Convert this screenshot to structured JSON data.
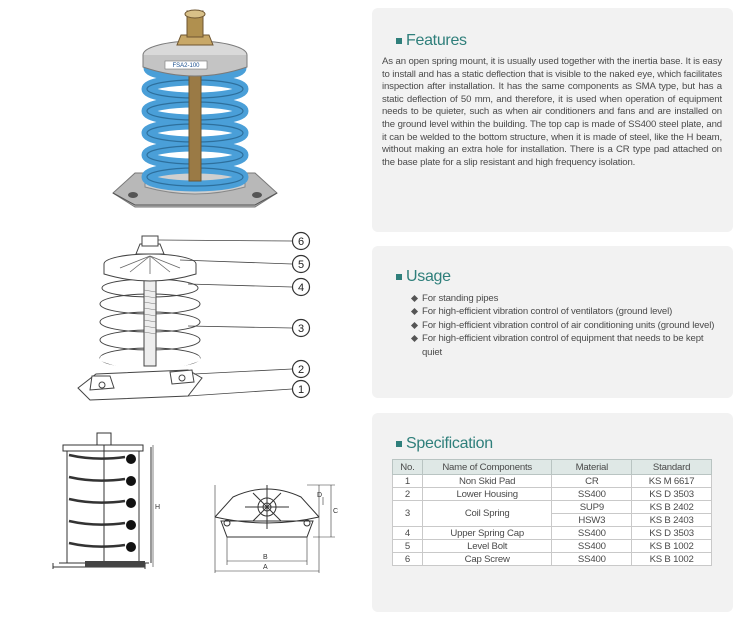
{
  "features": {
    "title": "Features",
    "text": "As an open spring mount, it is usually used together with the inertia base. It is easy to install and has a static deflection that is visible to the naked eye, which facilitates inspection after installation. It has the same components as SMA type, but has a static deflection of 50 mm, and therefore, it is used when operation of equipment needs to be quieter, such as when air conditioners and fans and are installed on the ground level within the building. The top cap is made of SS400 steel plate, and it can be welded to the bottom structure, when it is made of steel, like the H beam, without making an extra hole for installation. There is a CR type pad attached on the base plate for a slip resistant and high frequency isolation."
  },
  "usage": {
    "title": "Usage",
    "items": [
      "For standing pipes",
      "For high-efficient vibration control of ventilators (ground level)",
      "For high-efficient vibration control of air conditioning units (ground level)",
      "For high-efficient vibration control of equipment that needs to be kept quiet"
    ]
  },
  "specification": {
    "title": "Specification",
    "headers": [
      "No.",
      "Name of Components",
      "Material",
      "Standard"
    ],
    "rows": [
      {
        "no": "1",
        "name": "Non Skid Pad",
        "materials": [
          "CR"
        ],
        "standards": [
          "KS M 6617"
        ]
      },
      {
        "no": "2",
        "name": "Lower Housing",
        "materials": [
          "SS400"
        ],
        "standards": [
          "KS D 3503"
        ]
      },
      {
        "no": "3",
        "name": "Coil Spring",
        "materials": [
          "SUP9",
          "HSW3"
        ],
        "standards": [
          "KS B 2402",
          "KS B 2403"
        ]
      },
      {
        "no": "4",
        "name": "Upper Spring Cap",
        "materials": [
          "SS400"
        ],
        "standards": [
          "KS D 3503"
        ]
      },
      {
        "no": "5",
        "name": "Level Bolt",
        "materials": [
          "SS400"
        ],
        "standards": [
          "KS B 1002"
        ]
      },
      {
        "no": "6",
        "name": "Cap Screw",
        "materials": [
          "SS400"
        ],
        "standards": [
          "KS B 1002"
        ]
      }
    ]
  },
  "product_label": "FSA2-100",
  "callouts": [
    "6",
    "5",
    "4",
    "3",
    "2",
    "1"
  ],
  "dimension_labels": {
    "h": "H",
    "c": "C",
    "d": "D",
    "b": "B",
    "a": "A"
  },
  "colors": {
    "accent": "#2f7f7b",
    "spring": "#4a9fd8",
    "panel": "#f2f2f2"
  }
}
